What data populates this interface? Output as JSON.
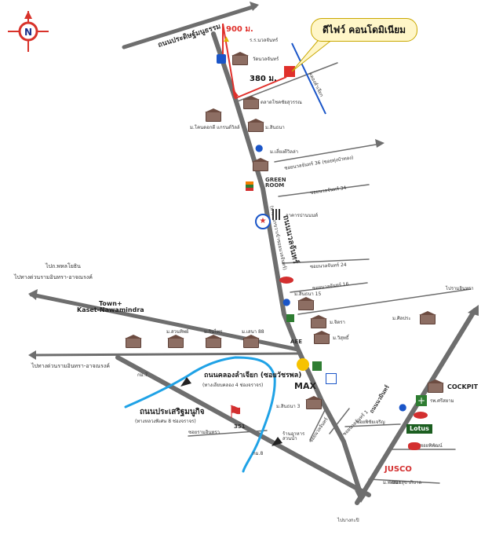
{
  "map": {
    "callout_title": "ดีไฟว์ คอนโดมิเนียม",
    "compass_letter": "N",
    "distances": {
      "d1": "900 ม.",
      "d2": "380 ม."
    },
    "roads": {
      "top": "ถนนประดิษฐ์มนูธรรม",
      "main": "ถนนนวลจันทร์",
      "main_sub": "(ทางแยกขวาเข้าซอยนวลจันทร์)",
      "left1_a": "ไปถ.พหลโยธิน",
      "left1_b": "ไปทางด่วนรามอินทรา-อาจณรงค์",
      "left2": "ไปทางด่วนรามอินทรา-อาจณรงค์",
      "prasert": "ถนนประเสริฐมนูกิจ",
      "prasert_sub": "(ทางหลวงพิเศษ 8 ช่องจราจร)",
      "canal": "ถนนคลองลำเจียก (ซอยวัชรพล)",
      "canal_sub": "(ทางเลียบคลอง 4 ช่องจราจร)",
      "soi36": "ซอยนวลจันทร์ 36 (ซอยทุ่งบัวทอง)",
      "soi34": "ซอยนวลจันทร์ 34",
      "soi24": "ซอยนวลจันทร์ 24",
      "soi16": "ซอยนวลจันทร์ 16",
      "soi_nuan": "ซอยนวลจันทร์",
      "soi_lower": "ซอยนวลจันทร์ 1",
      "soi_ram": "ซอยรามอินทรา",
      "soi_kasem": "ซอยพิชัยเจริญ",
      "soi_rw": "ซอยพิพัฒน์",
      "soi_sum": "ซอยสุขาภิบาล",
      "to_min": "ไปรามอินทรา",
      "to_bottom": "ไปบางกะปิ",
      "nawamin": "ถนนนวมินทร์",
      "canal_blue_lbl": "คลองลำเจียก"
    },
    "places": {
      "school": "ร.ร.นวลจันทร์",
      "temple": "วัดนวลจันทร์",
      "market": "ตลาดโชคชัยสุวรรณ",
      "vill1": "ม.โคนดอกดี แกรนด์วิลล์",
      "vill2": "ม.สินธนา",
      "gas1": "ม.เลี่ยงตีวิลล่า",
      "green_room": "GREEN\nROOM",
      "lab": "อาคารปานนนท์",
      "vill3": "ม.สินธนา 15",
      "vill4": "ม.จิตรา",
      "vill5": "ม.วิสุทธิ์",
      "vill6": "ม.ศิลประ",
      "townplus": "Town+\nKaset-Nawamindra",
      "h1": "ม.สวนทิพย์",
      "h2": "ม.รินไทร",
      "h3": "ม.เสนา 88",
      "km7": "กม.7",
      "km8": "กม.8",
      "max": "MAX",
      "vill7": "ม.สินธนา 3",
      "park": "ร้านอาหาร\nสวนน้ำ",
      "tesco_vill": "ม.พัฒนา",
      "cockpit": "COCKPIT",
      "hospital": "รพ.ศรีสยาม",
      "lotus": "Lotus",
      "jusco": "JUSCO",
      "ae": "AEE",
      "kp351": "351"
    },
    "colors": {
      "distance_line": "#e0302b",
      "road": "#6e6e6e",
      "blue_canal": "#1fa2e6",
      "callout_bg": "#fff6c8",
      "compass": "#d8322a"
    }
  }
}
